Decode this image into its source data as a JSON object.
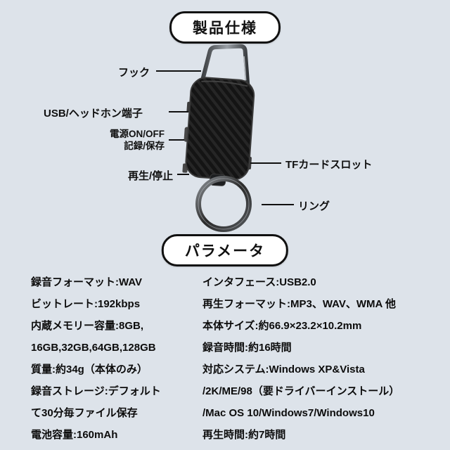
{
  "headers": {
    "product_spec": "製品仕様",
    "parameters": "パラメータ"
  },
  "callouts": {
    "hook": "フック",
    "usb": "USB/ヘッドホン端子",
    "power_line1": "電源ON/OFF",
    "power_line2": "記録/保存",
    "play": "再生/停止",
    "tf": "TFカードスロット",
    "ring": "リング"
  },
  "specs": {
    "left": [
      "録音フォーマット:WAV",
      "ビットレート:192kbps",
      "内蔵メモリー容量:8GB,",
      "16GB,32GB,64GB,128GB",
      "質量:約34g（本体のみ）",
      "録音ストレージ:デフォルト",
      "て30分毎ファイル保存",
      "電池容量:160mAh"
    ],
    "right": [
      "インタフェース:USB2.0",
      "再生フォーマット:MP3、WAV、WMA 他",
      "本体サイズ:約66.9×23.2×10.2mm",
      "録音時間:約16時間",
      "対応システム:Windows XP&Vista",
      "/2K/ME/98（要ドライバーインストール）",
      "/Mac OS 10/Windows7/Windows10",
      "再生時間:約7時間"
    ]
  },
  "colors": {
    "background": "#dde3ea",
    "text": "#101010",
    "body_dark": "#141414"
  }
}
